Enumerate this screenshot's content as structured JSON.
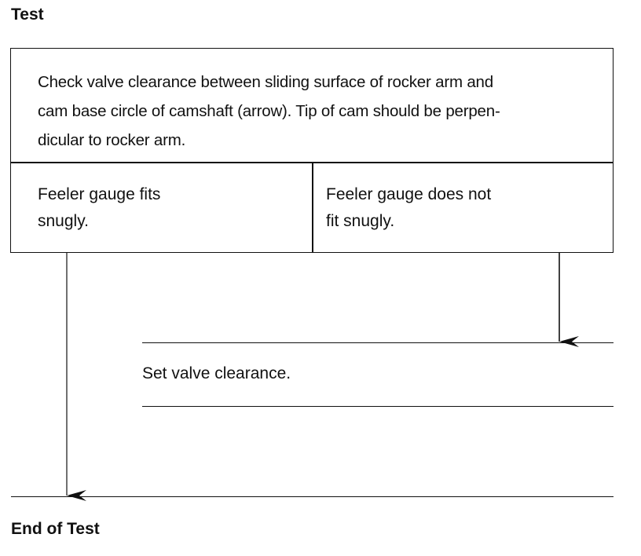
{
  "headings": {
    "start": "Test",
    "end": "End of Test"
  },
  "instruction": {
    "line1": "Check valve clearance between sliding surface of rocker arm and",
    "line2": "cam base circle of camshaft (arrow). Tip of cam should be perpen-",
    "line3": "dicular to rocker arm."
  },
  "options": {
    "left": {
      "line1": "Feeler gauge fits",
      "line2": "snugly."
    },
    "right": {
      "line1": "Feeler gauge does not",
      "line2": "fit snugly."
    }
  },
  "action": {
    "text": "Set valve clearance."
  },
  "colors": {
    "ink": "#111111",
    "background": "#ffffff"
  }
}
